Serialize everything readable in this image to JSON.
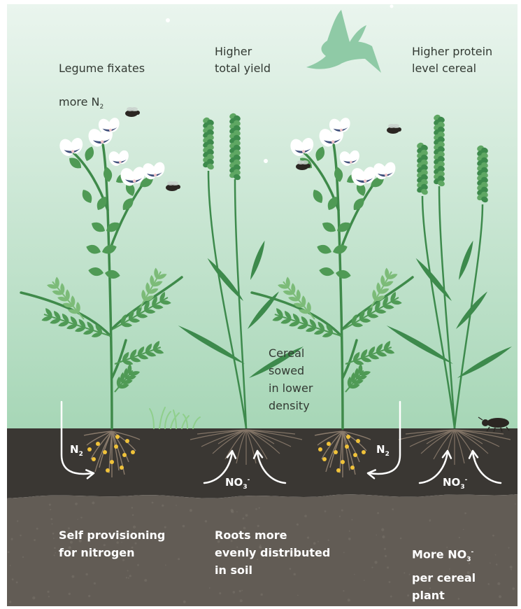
{
  "labels": {
    "legume": {
      "line1": "Legume fixates",
      "line2_prefix": "more N",
      "line2_sub": "2"
    },
    "yield": "Higher\ntotal yield",
    "protein": "Higher protein\nlevel cereal",
    "density": "Cereal\nsowed\nin lower\ndensity"
  },
  "soil_labels": {
    "self": "Self provisioning\nfor nitrogen",
    "roots": "Roots more\nevenly distributed\nin soil",
    "more_no3": {
      "prefix": "More NO",
      "sub": "3",
      "sup": "-",
      "rest": "\nper cereal\nplant"
    }
  },
  "chem": {
    "n2": {
      "base": "N",
      "sub": "2"
    },
    "no3": {
      "base": "NO",
      "sub": "3",
      "sup": "-"
    }
  },
  "colors": {
    "sky_top": "#eaf5ee",
    "sky_bottom": "#a6d6b6",
    "topsoil": "#3a3733",
    "subsoil": "#625c55",
    "legume_stem": "#3f8a4a",
    "legume_leaf": "#4f9a55",
    "legume_leaf_light": "#7cbb78",
    "wheat": "#3d8a4c",
    "wheat_light": "#5fa763",
    "flower_white": "#ffffff",
    "flower_blue": "#3d4e7a",
    "nodule": "#f0c23a",
    "root": "#8a7b6c",
    "bird": "#8fcaa6",
    "insect": "#2b2622"
  }
}
